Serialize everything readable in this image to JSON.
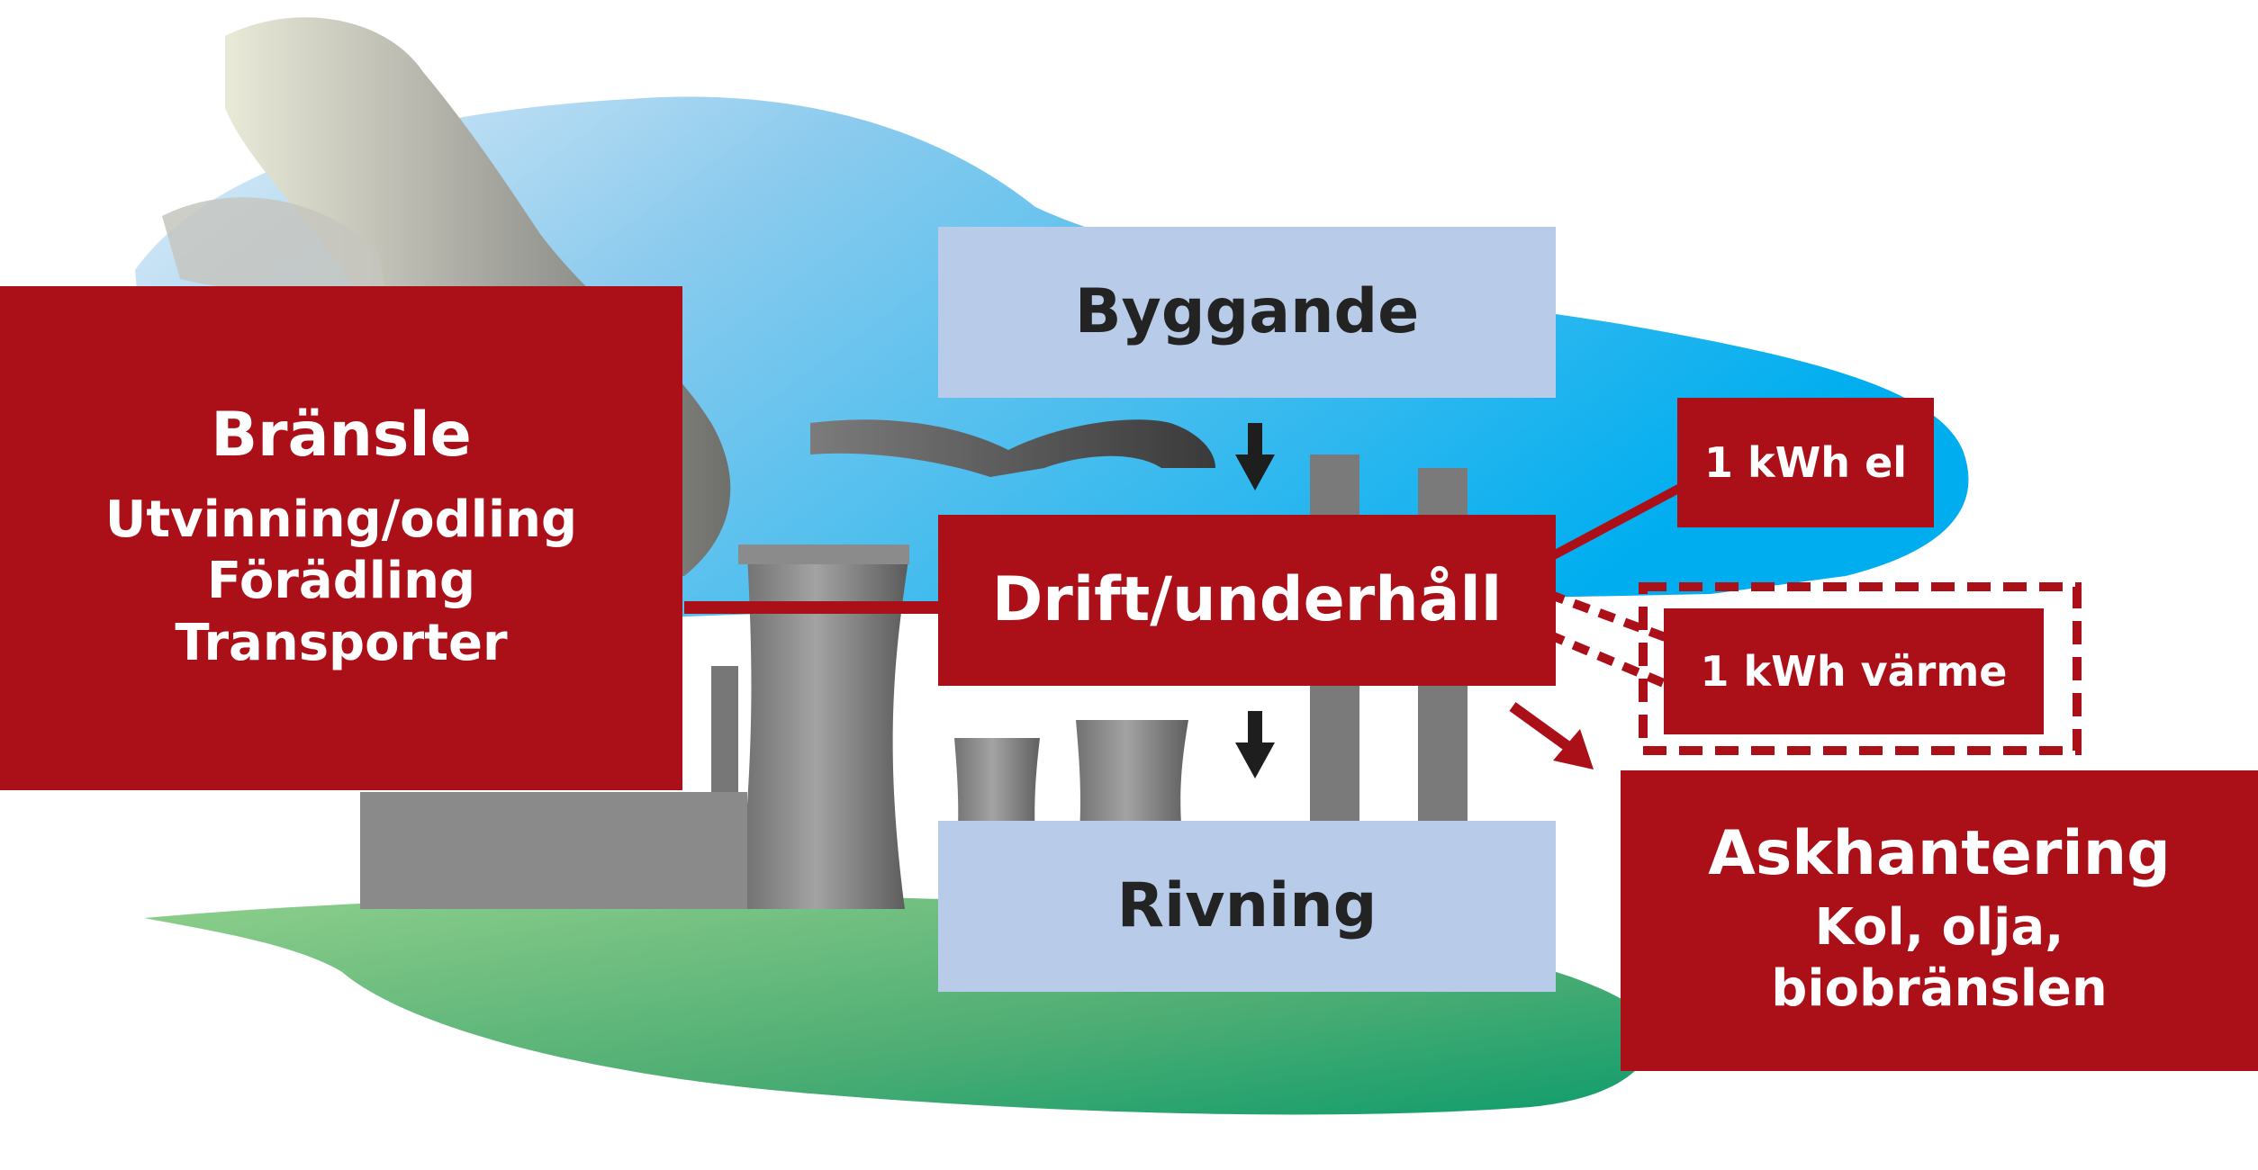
{
  "diagram": {
    "fuel": {
      "title": "Bränsle",
      "lines": [
        "Utvinning/odling",
        "Förädling",
        "Transporter"
      ]
    },
    "construction": {
      "label": "Byggande"
    },
    "operation": {
      "label": "Drift/underhåll"
    },
    "demolition": {
      "label": "Rivning"
    },
    "electricity_output": {
      "label": "1 kWh el"
    },
    "heat_output": {
      "label": "1 kWh värme"
    },
    "ash": {
      "title": "Askhantering",
      "lines": [
        "Kol, olja,",
        "biobränslen"
      ]
    }
  },
  "colors": {
    "red_box": "#ab1019",
    "blue_box": "#b8cbe8",
    "dark_arrow": "#1e1e1e",
    "sky": "#3fb8ee",
    "ground": "#2fa06a",
    "smoke": "#9a9a94"
  },
  "icons": [
    "power-plant-illustration",
    "cooling-tower-icon",
    "chimney-icon",
    "smoke-icon",
    "arrow-down-icon",
    "arrow-diagonal-icon"
  ]
}
